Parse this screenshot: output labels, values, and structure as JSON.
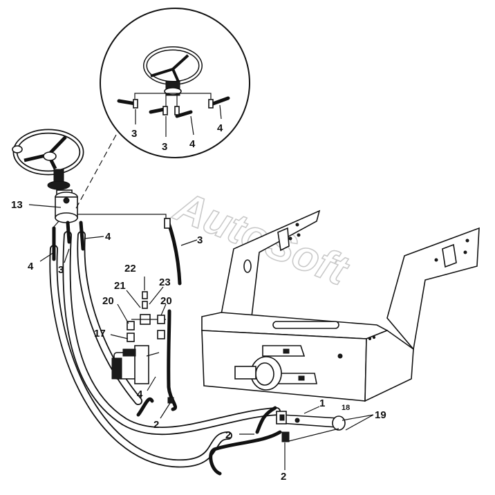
{
  "watermark": "AutoSoft",
  "labels": {
    "l13": "13",
    "l4a": "4",
    "l3a": "3",
    "l4b": "4",
    "l3b": "3",
    "l22": "22",
    "l21": "21",
    "l23": "23",
    "l20a": "20",
    "l20b": "20",
    "l17": "17",
    "l4c": "4",
    "l2a": "2",
    "l1": "1",
    "l18": "18",
    "l19": "19",
    "l2b": "2",
    "l2c": "2"
  },
  "inset_labels": {
    "i3a": "3",
    "i3b": "3",
    "i4a": "4",
    "i4b": "4"
  }
}
